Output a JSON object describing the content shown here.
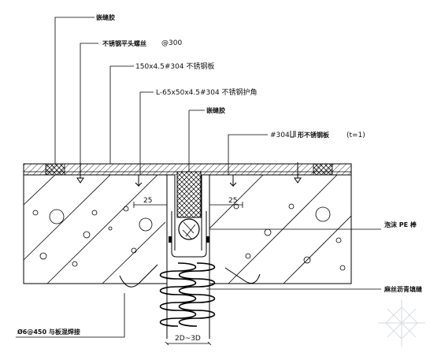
{
  "labels": {
    "sealant_top": "嵌缝胶",
    "screw": "不锈钢平头螺丝",
    "spacing": "@300",
    "plate": "150x4.5#304 不锈钢板",
    "angle": "L-65x50x4.5#304 不锈钢护角",
    "sealant_mid": "嵌缝胶",
    "channel": "#304",
    "channel_suffix": "形不锈钢板",
    "thickness": "(t=1)",
    "pe_rod": "泡沫 PE 棒",
    "asphalt": "麻丝沥青填缝",
    "anchor": "Ø6@450 与板混焊接",
    "dim_left": "25",
    "dim_right": "25",
    "gap": "2D~3D"
  }
}
